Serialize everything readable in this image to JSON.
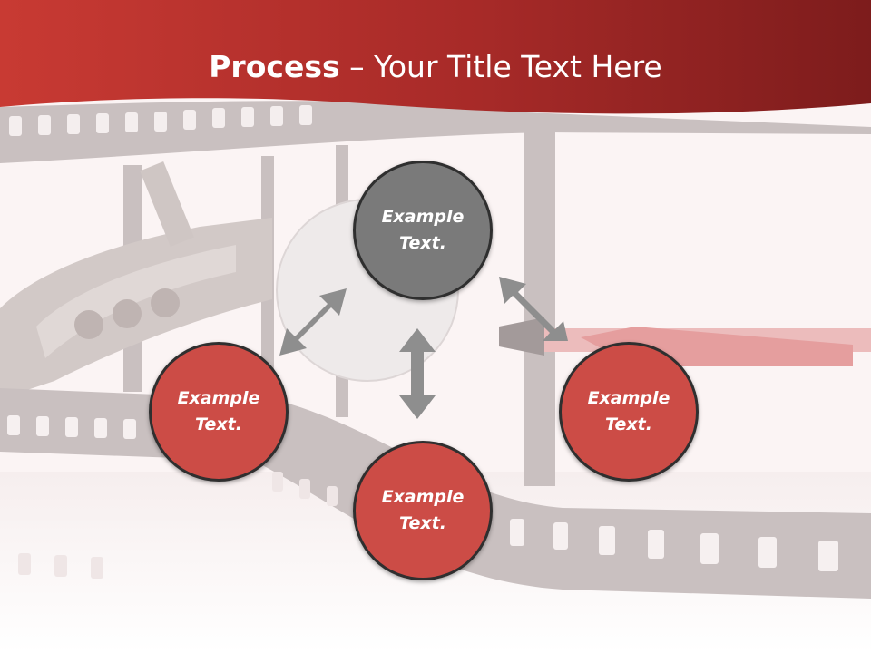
{
  "slide": {
    "title_bold": "Process",
    "title_dash": " – ",
    "title_rest": "Your Title Text Here"
  },
  "colors": {
    "header_red": "#b8302c",
    "header_dark": "#7d1c1c",
    "node_red": "#cc4c46",
    "node_gray": "#7a7a7a",
    "arrow_gray": "#8e8e8e"
  },
  "nodes": [
    {
      "label": "Example\nText.",
      "position": "top"
    },
    {
      "label": "Example\nText.",
      "position": "left"
    },
    {
      "label": "Example\nText.",
      "position": "right"
    },
    {
      "label": "Example\nText.",
      "position": "bottom"
    }
  ]
}
